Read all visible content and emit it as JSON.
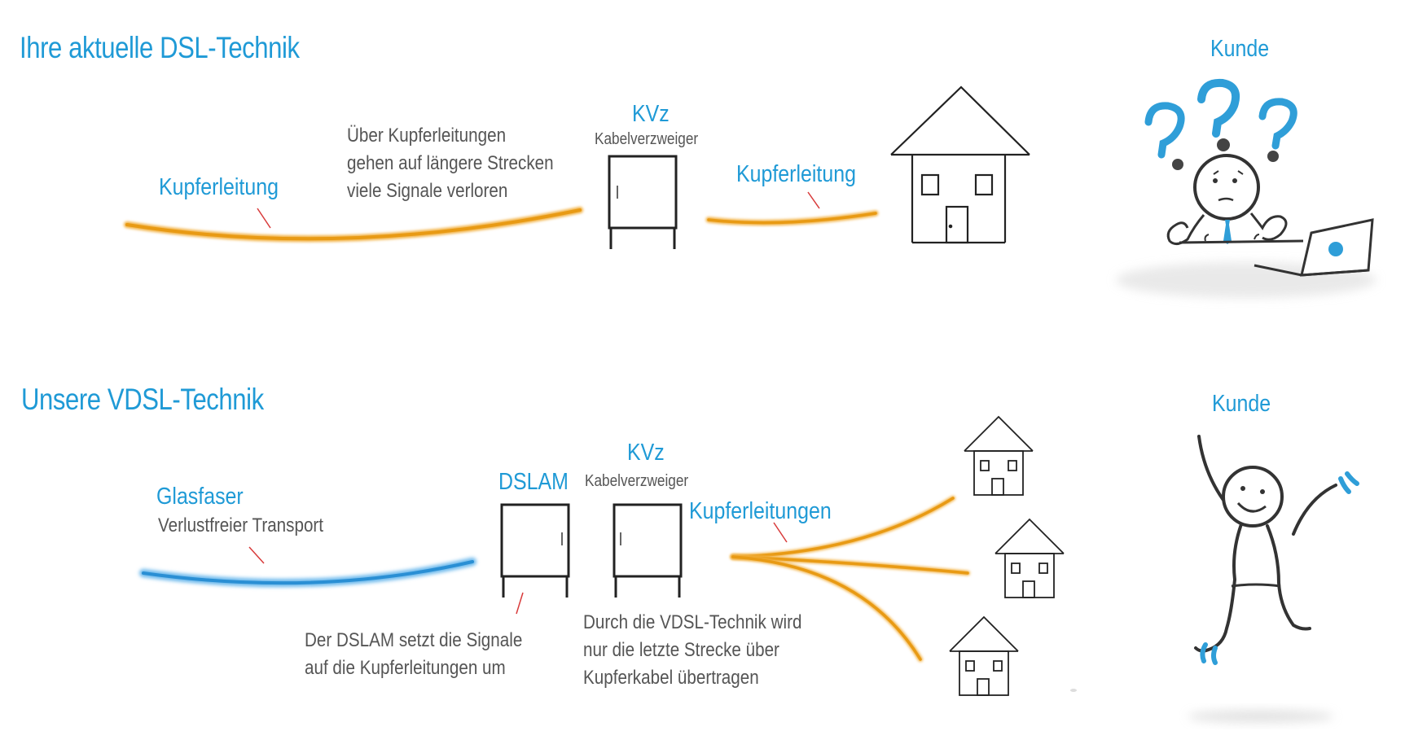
{
  "colors": {
    "accent": "#1f9ad6",
    "copper": "#f0a020",
    "fiber": "#2a8fd4",
    "ink": "#222222",
    "text": "#555555",
    "pointer": "#d83a3a"
  },
  "section_dsl": {
    "title": "Ihre aktuelle DSL-Technik",
    "copper_label_left": "Kupferleitung",
    "note_lines": "Über Kupferleitungen\ngehen auf längere Strecken\nviele Signale verloren",
    "kvz_title": "KVz",
    "kvz_subtitle": "Kabelverzweiger",
    "copper_label_right": "Kupferleitung",
    "customer_label": "Kunde",
    "customer_icon": "confused-stickman-with-laptop-icon"
  },
  "section_vdsl": {
    "title": "Unsere VDSL-Technik",
    "fiber_label": "Glasfaser",
    "fiber_sublabel": "Verlustfreier Transport",
    "dslam_label": "DSLAM",
    "kvz_title": "KVz",
    "kvz_subtitle": "Kabelverzweiger",
    "copper_label": "Kupferleitungen",
    "dslam_note": "Der DSLAM setzt die Signale\nauf die Kupferleitungen um",
    "vdsl_note": "Durch die VDSL-Technik wird\nnur die letzte Strecke über\nKupferkabel übertragen",
    "customer_label": "Kunde",
    "customer_icon": "happy-jumping-stickman-icon"
  }
}
